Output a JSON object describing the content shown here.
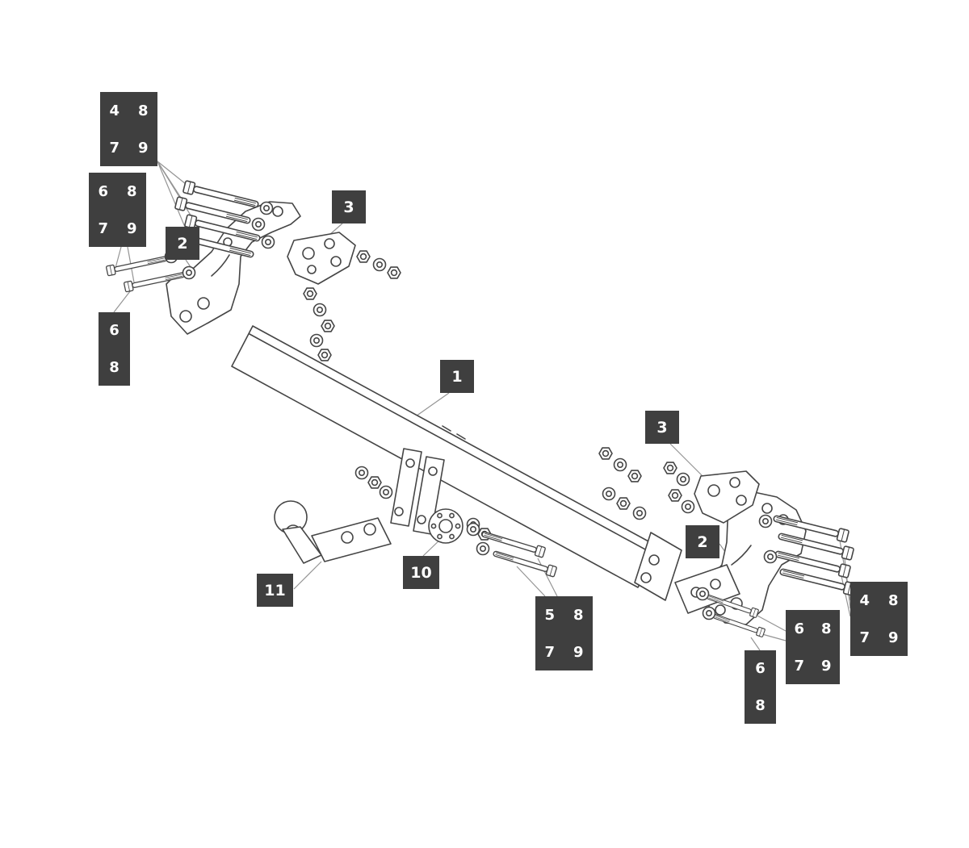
{
  "colors": {
    "background": "#ffffff",
    "callout_bg": "#3f3f3f",
    "callout_text": "#ffffff",
    "line": "#454545"
  },
  "callouts": {
    "beam": "1",
    "bracket_left": "2",
    "bracket_right": "2",
    "gusset_left": "3",
    "gusset_right": "3",
    "socket_plate": "10",
    "towball": "11",
    "hardware_top_left": [
      "4",
      "8",
      "7",
      "9"
    ],
    "hardware_left": [
      "6",
      "8",
      "7",
      "9"
    ],
    "hardware_left_pair": [
      "6",
      "8"
    ],
    "hardware_bottom_center": [
      "5",
      "8",
      "7",
      "9"
    ],
    "hardware_right": [
      "4",
      "8",
      "7",
      "9"
    ],
    "hardware_mid_right": [
      "6",
      "8",
      "7",
      "9"
    ],
    "hardware_right_pair": [
      "6",
      "8"
    ]
  }
}
